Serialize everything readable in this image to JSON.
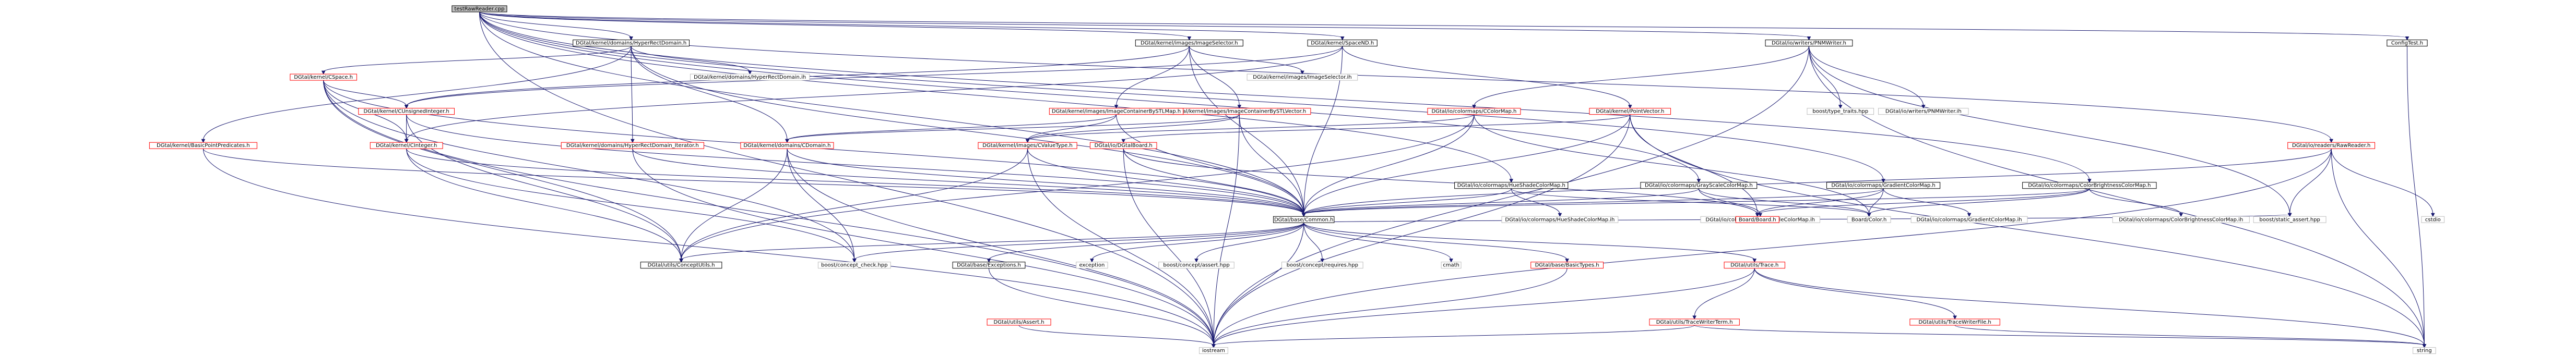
{
  "graph": {
    "edge_color": "#191970",
    "node_border_linked": "#ff0000",
    "node_border_plain": "#bfbfbf",
    "root_fill": "#bfbfbf",
    "nodes": [
      {
        "id": "root",
        "label": "testRawReader.cpp",
        "kind": "root"
      },
      {
        "id": "hyperrect",
        "label": "DGtal/kernel/domains/HyperRectDomain.h",
        "kind": "plain"
      },
      {
        "id": "imgsel",
        "label": "DGtal/kernel/images/ImageSelector.h",
        "kind": "plain"
      },
      {
        "id": "spacend",
        "label": "DGtal/kernel/SpaceND.h",
        "kind": "plain"
      },
      {
        "id": "pnmwriter",
        "label": "DGtal/io/writers/PNMWriter.h",
        "kind": "plain"
      },
      {
        "id": "configtest",
        "label": "ConfigTest.h",
        "kind": "plain"
      },
      {
        "id": "cspace",
        "label": "DGtal/kernel/CSpace.h",
        "kind": "linked"
      },
      {
        "id": "hrd_h",
        "label": "DGtal/kernel/domains/HyperRectDomain.ih",
        "kind": "gray"
      },
      {
        "id": "cunsigned",
        "label": "DGtal/kernel/CUnsignedInteger.h",
        "kind": "linked"
      },
      {
        "id": "imgvec",
        "label": "DGtal/kernel/images/ImageContainerBySTLVector.h",
        "kind": "linked"
      },
      {
        "id": "imgmap",
        "label": "DGtal/kernel/images/ImageContainerBySTLMap.h",
        "kind": "linked"
      },
      {
        "id": "imgsel_ih",
        "label": "DGtal/kernel/images/ImageSelector.ih",
        "kind": "gray"
      },
      {
        "id": "colormap",
        "label": "DGtal/io/colormaps/CColorMap.h",
        "kind": "linked"
      },
      {
        "id": "pointvector",
        "label": "DGtal/kernel/PointVector.h",
        "kind": "linked"
      },
      {
        "id": "typetraits",
        "label": "boost/type_traits.hpp",
        "kind": "gray"
      },
      {
        "id": "pnm_ih",
        "label": "DGtal/io/writers/PNMWriter.ih",
        "kind": "gray"
      },
      {
        "id": "rawreader",
        "label": "DGtal/io/readers/RawReader.h",
        "kind": "linked"
      },
      {
        "id": "basicpred",
        "label": "DGtal/kernel/BasicPointPredicates.h",
        "kind": "linked"
      },
      {
        "id": "cinteger",
        "label": "DGtal/kernel/CInteger.h",
        "kind": "linked"
      },
      {
        "id": "hrd_iter",
        "label": "DGtal/kernel/domains/HyperRectDomain_Iterator.h",
        "kind": "linked"
      },
      {
        "id": "cdomain",
        "label": "DGtal/kernel/domains/CDomain.h",
        "kind": "linked"
      },
      {
        "id": "cvaluetype",
        "label": "DGtal/kernel/images/CValueType.h",
        "kind": "linked"
      },
      {
        "id": "dgtalboard",
        "label": "DGtal/io/DGtalBoard.h",
        "kind": "linked"
      },
      {
        "id": "hueshade",
        "label": "DGtal/io/colormaps/HueShadeColorMap.h",
        "kind": "plain"
      },
      {
        "id": "grayscale",
        "label": "DGtal/io/colormaps/GrayScaleColorMap.h",
        "kind": "plain"
      },
      {
        "id": "gradient",
        "label": "DGtal/io/colormaps/GradientColorMap.h",
        "kind": "plain"
      },
      {
        "id": "colorbright",
        "label": "DGtal/io/colormaps/ColorBrightnessColorMap.h",
        "kind": "plain"
      },
      {
        "id": "common",
        "label": "DGtal/base/Common.h",
        "kind": "plain"
      },
      {
        "id": "hueshade_ih",
        "label": "DGtal/io/colormaps/HueShadeColorMap.ih",
        "kind": "gray"
      },
      {
        "id": "grayscale_ih",
        "label": "DGtal/io/colormaps/GrayScaleColorMap.ih",
        "kind": "gray"
      },
      {
        "id": "boardboard",
        "label": "Board/Board.h",
        "kind": "linked"
      },
      {
        "id": "boardcolor",
        "label": "Board/Color.h",
        "kind": "gray"
      },
      {
        "id": "gradient_ih",
        "label": "DGtal/io/colormaps/GradientColorMap.ih",
        "kind": "gray"
      },
      {
        "id": "colorbright_ih",
        "label": "DGtal/io/colormaps/ColorBrightnessColorMap.ih",
        "kind": "gray"
      },
      {
        "id": "staticassert",
        "label": "boost/static_assert.hpp",
        "kind": "gray"
      },
      {
        "id": "cstdio",
        "label": "cstdio",
        "kind": "gray"
      },
      {
        "id": "conceptutils",
        "label": "DGtal/utils/ConceptUtils.h",
        "kind": "plain"
      },
      {
        "id": "conceptcheck",
        "label": "boost/concept_check.hpp",
        "kind": "gray"
      },
      {
        "id": "exceptions",
        "label": "DGtal/base/Exceptions.h",
        "kind": "plain"
      },
      {
        "id": "exception",
        "label": "exception",
        "kind": "gray"
      },
      {
        "id": "conceptassert",
        "label": "boost/concept/assert.hpp",
        "kind": "gray"
      },
      {
        "id": "conceptrequires",
        "label": "boost/concept/requires.hpp",
        "kind": "gray"
      },
      {
        "id": "cmath",
        "label": "cmath",
        "kind": "gray"
      },
      {
        "id": "basictypes",
        "label": "DGtal/base/BasicTypes.h",
        "kind": "linked"
      },
      {
        "id": "trace",
        "label": "DGtal/utils/Trace.h",
        "kind": "linked"
      },
      {
        "id": "assert",
        "label": "DGtal/utils/Assert.h",
        "kind": "linked"
      },
      {
        "id": "tracewriterterm",
        "label": "DGtal/utils/TraceWriterTerm.h",
        "kind": "linked"
      },
      {
        "id": "tracewriterfile",
        "label": "DGtal/utils/TraceWriterFile.h",
        "kind": "linked"
      },
      {
        "id": "iostream",
        "label": "iostream",
        "kind": "gray"
      },
      {
        "id": "string",
        "label": "string",
        "kind": "gray"
      }
    ]
  }
}
